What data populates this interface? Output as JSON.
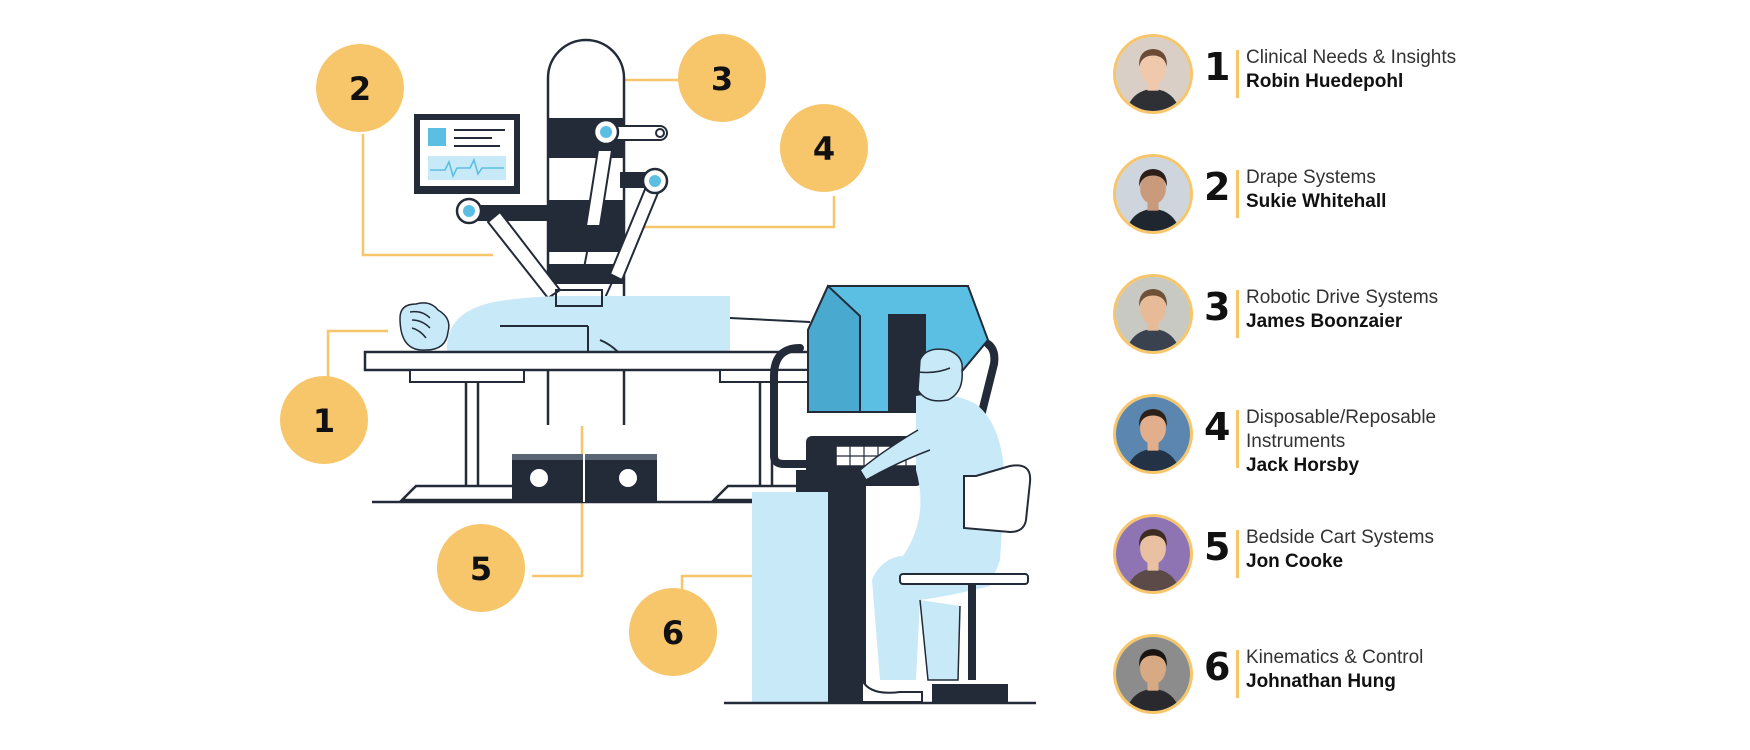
{
  "callouts": [
    "1",
    "2",
    "3",
    "4",
    "5",
    "6"
  ],
  "experts": [
    {
      "number": "1",
      "role": "Clinical Needs & Insights",
      "name": "Robin Huedepohl",
      "icon": "person-photo-icon",
      "bg": "#d9cfc7",
      "hair": "#6b4a36",
      "skin": "#f0c9ad",
      "shirt": "#2f2f36"
    },
    {
      "number": "2",
      "role": "Drape Systems",
      "name": "Sukie Whitehall",
      "icon": "person-photo-icon",
      "bg": "#cfd5dc",
      "hair": "#2c1f1a",
      "skin": "#c99a7c",
      "shirt": "#1f2630"
    },
    {
      "number": "3",
      "role": "Robotic Drive Systems",
      "name": "James Boonzaier",
      "icon": "person-photo-icon",
      "bg": "#c9c9c3",
      "hair": "#6e5136",
      "skin": "#e8bb98",
      "shirt": "#3a4250"
    },
    {
      "number": "4",
      "role": "Disposable/Reposable Instruments",
      "name": "Jack Horsby",
      "icon": "person-photo-icon",
      "bg": "#5a86b0",
      "hair": "#2d2119",
      "skin": "#e2ae8c",
      "shirt": "#233244"
    },
    {
      "number": "5",
      "role": "Bedside Cart Systems",
      "name": "Jon Cooke",
      "icon": "person-photo-icon",
      "bg": "#8f74b3",
      "hair": "#3d2c22",
      "skin": "#e9c0a2",
      "shirt": "#5b4a48"
    },
    {
      "number": "6",
      "role": "Kinematics & Control",
      "name": "Johnathan Hung",
      "icon": "person-photo-icon",
      "bg": "#8c8c8c",
      "hair": "#1a1512",
      "skin": "#d8aa84",
      "shirt": "#2a2a2e"
    }
  ],
  "colors": {
    "accent": "#f7c66a",
    "navy": "#232b38",
    "blue": "#5bbfe3",
    "light_blue": "#c8e9f8"
  }
}
